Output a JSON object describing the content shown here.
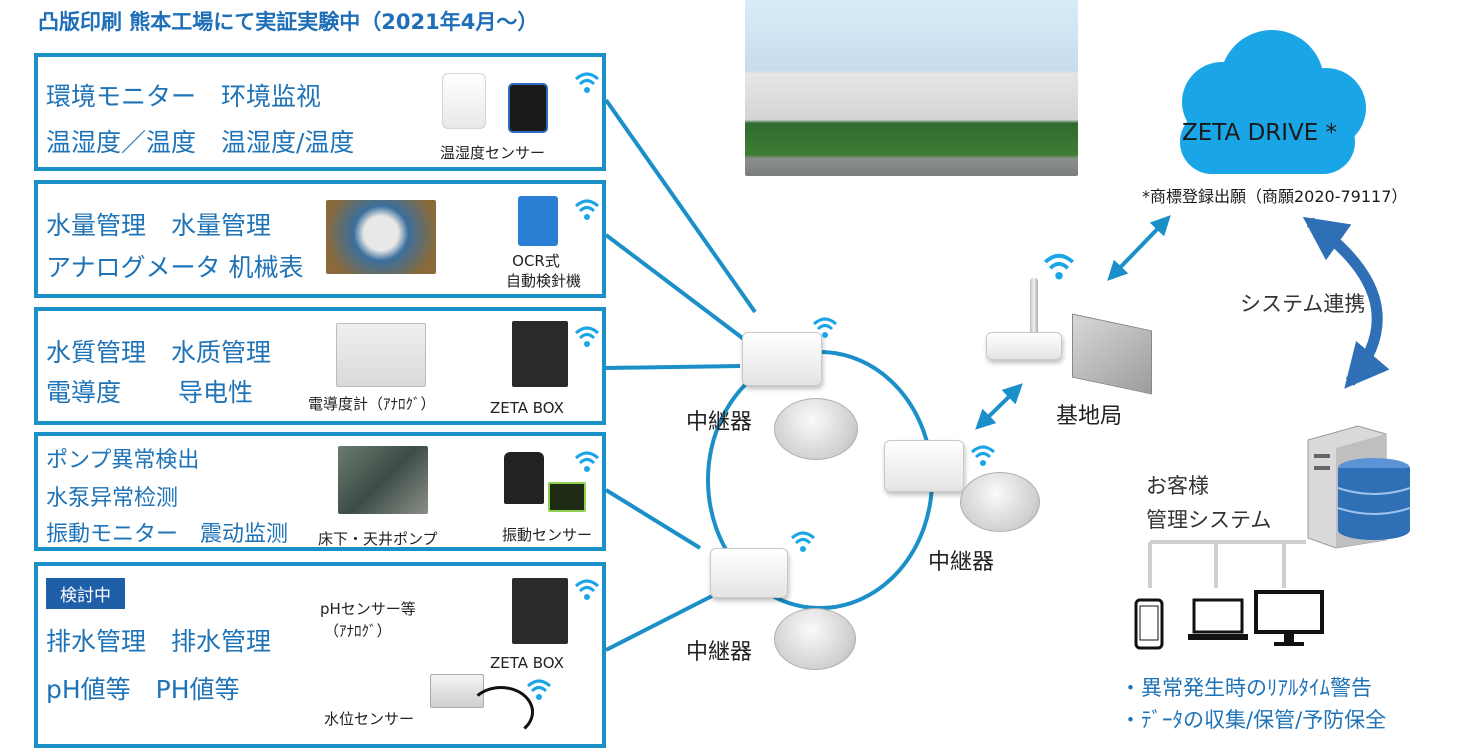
{
  "title": "凸版印刷 熊本工場にて実証実験中（2021年4月～）",
  "panels": {
    "env": {
      "line1": "環境モニター　环境监视",
      "line2": "温湿度／温度　温湿度/温度",
      "caption": "温湿度センサー"
    },
    "water": {
      "line1": "水量管理　水量管理",
      "line2": "アナログメータ 机械表",
      "caption_line1": "OCR式",
      "caption_line2": "自動検針機"
    },
    "quality": {
      "line1": "水質管理　水质管理",
      "line2a": "電導度",
      "line2b": "导电性",
      "caption_meter": "電導度計（ｱﾅﾛｸﾞ）",
      "caption_box": "ZETA BOX"
    },
    "pump": {
      "line1": "ポンプ異常検出",
      "line2": "水泵异常检测",
      "line3": "振動モニター　震动监测",
      "caption_pump": "床下・天井ポンプ",
      "caption_sensor": "振動センサー"
    },
    "drain": {
      "badge": "検討中",
      "line1": "排水管理　排水管理",
      "line2": "pH値等　PH値等",
      "caption_ph1": "pHセンサー等",
      "caption_ph2": "（ｱﾅﾛｸﾞ）",
      "caption_box": "ZETA BOX",
      "caption_level": "水位センサー"
    }
  },
  "relay_label": "中継器",
  "base_station_label": "基地局",
  "cloud_label": "ZETA DRIVE *",
  "trademark_note": "*商標登録出願（商願2020-79117）",
  "system_link_label": "システム連携",
  "customer_system": {
    "line1": "お客様",
    "line2": "管理システム"
  },
  "alerts": {
    "line1": "・異常発生時のﾘｱﾙﾀｲﾑ警告",
    "line2": "・ﾃﾞｰﾀの収集/保管/予防保全"
  },
  "colors": {
    "accent": "#1b8fc7",
    "text_blue": "#1f73b7",
    "badge": "#1f5fa8",
    "cloud": "#1aa5e6"
  },
  "icons": [
    "wifi-icon",
    "cloud-icon",
    "server-icon",
    "database-icon",
    "smartphone-icon",
    "laptop-icon",
    "monitor-icon",
    "arrow-right-icon",
    "double-arrow-icon"
  ]
}
